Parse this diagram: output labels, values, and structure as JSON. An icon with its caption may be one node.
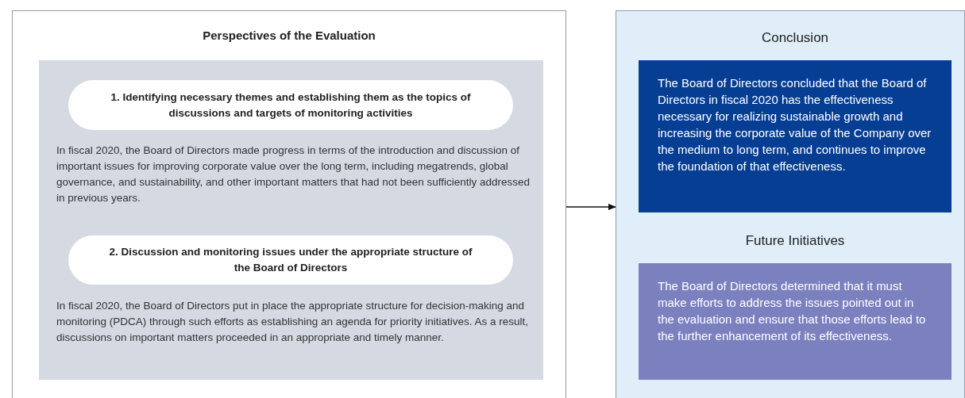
{
  "diagram": {
    "nodes": [
      {
        "text": [
          "Perspectives of the Evaluation"
        ]
      },
      {
        "text": [],
        "shape": "box",
        "in": 0
      },
      {
        "text": [
          "1. Identifying necessary themes and establishing them as the topics of discussions and targets of monitoring activities"
        ],
        "in": 1,
        "beside": [
          "In fiscal 2020, the Board of Directors made progress in terms of the introduction and discussion of important issues for improving corporate value over the long term, including megatrends, global governance, and sustainability, and other important matters that had not been sufficiently addressed in previous years."
        ]
      },
      {
        "text": [
          "2. Discussion and monitoring issues under the appropriate structure of the Board of Directors"
        ],
        "in": 1,
        "beside": [
          "In fiscal 2020, the Board of Directors put in place the appropriate structure for decision-making and monitoring (PDCA) through such efforts as establishing an agenda for priority initiatives. As a result, discussions on important matters proceeded in an appropriate and timely manner."
        ]
      },
      {
        "text": [],
        "shape": "box"
      },
      {
        "text": [
          "Conclusion",
          "The Board of Directors concluded that the Board of Directors in fiscal 2020 has the effectiveness necessary for realizing sustainable growth and increasing the corporate value of the Company over the medium to long term, and continues to improve the foundation of that effectiveness."
        ],
        "in": 4
      },
      {
        "text": [
          "Future Initiatives",
          "The Board of Directors determined that it must make efforts to address the issues pointed out in the evaluation and ensure that those efforts lead to the further enhancement of its effectiveness."
        ],
        "in": 4
      }
    ],
    "edges": [
      {
        "from": 0,
        "to": 4,
        "arrow": "to"
      }
    ]
  }
}
